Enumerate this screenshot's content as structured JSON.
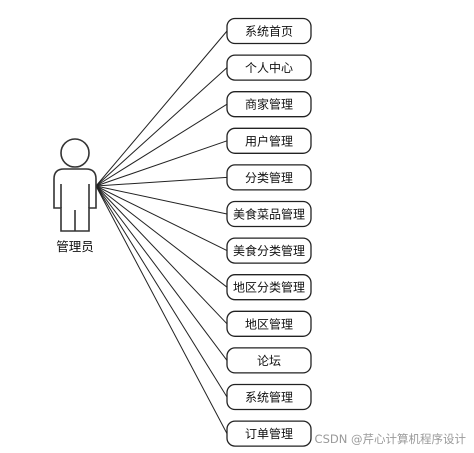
{
  "actor": {
    "label": "管理员"
  },
  "use_cases": [
    {
      "label": "系统首页"
    },
    {
      "label": "个人中心"
    },
    {
      "label": "商家管理"
    },
    {
      "label": "用户管理"
    },
    {
      "label": "分类管理"
    },
    {
      "label": "美食菜品管理"
    },
    {
      "label": "美食分类管理"
    },
    {
      "label": "地区分类管理"
    },
    {
      "label": "地区管理"
    },
    {
      "label": "论坛"
    },
    {
      "label": "系统管理"
    },
    {
      "label": "订单管理"
    }
  ],
  "watermark": "CSDN @芹心计算机程序设计",
  "colors": {
    "stroke": "#222222",
    "background": "#ffffff",
    "watermark": "#9a9a9a"
  }
}
